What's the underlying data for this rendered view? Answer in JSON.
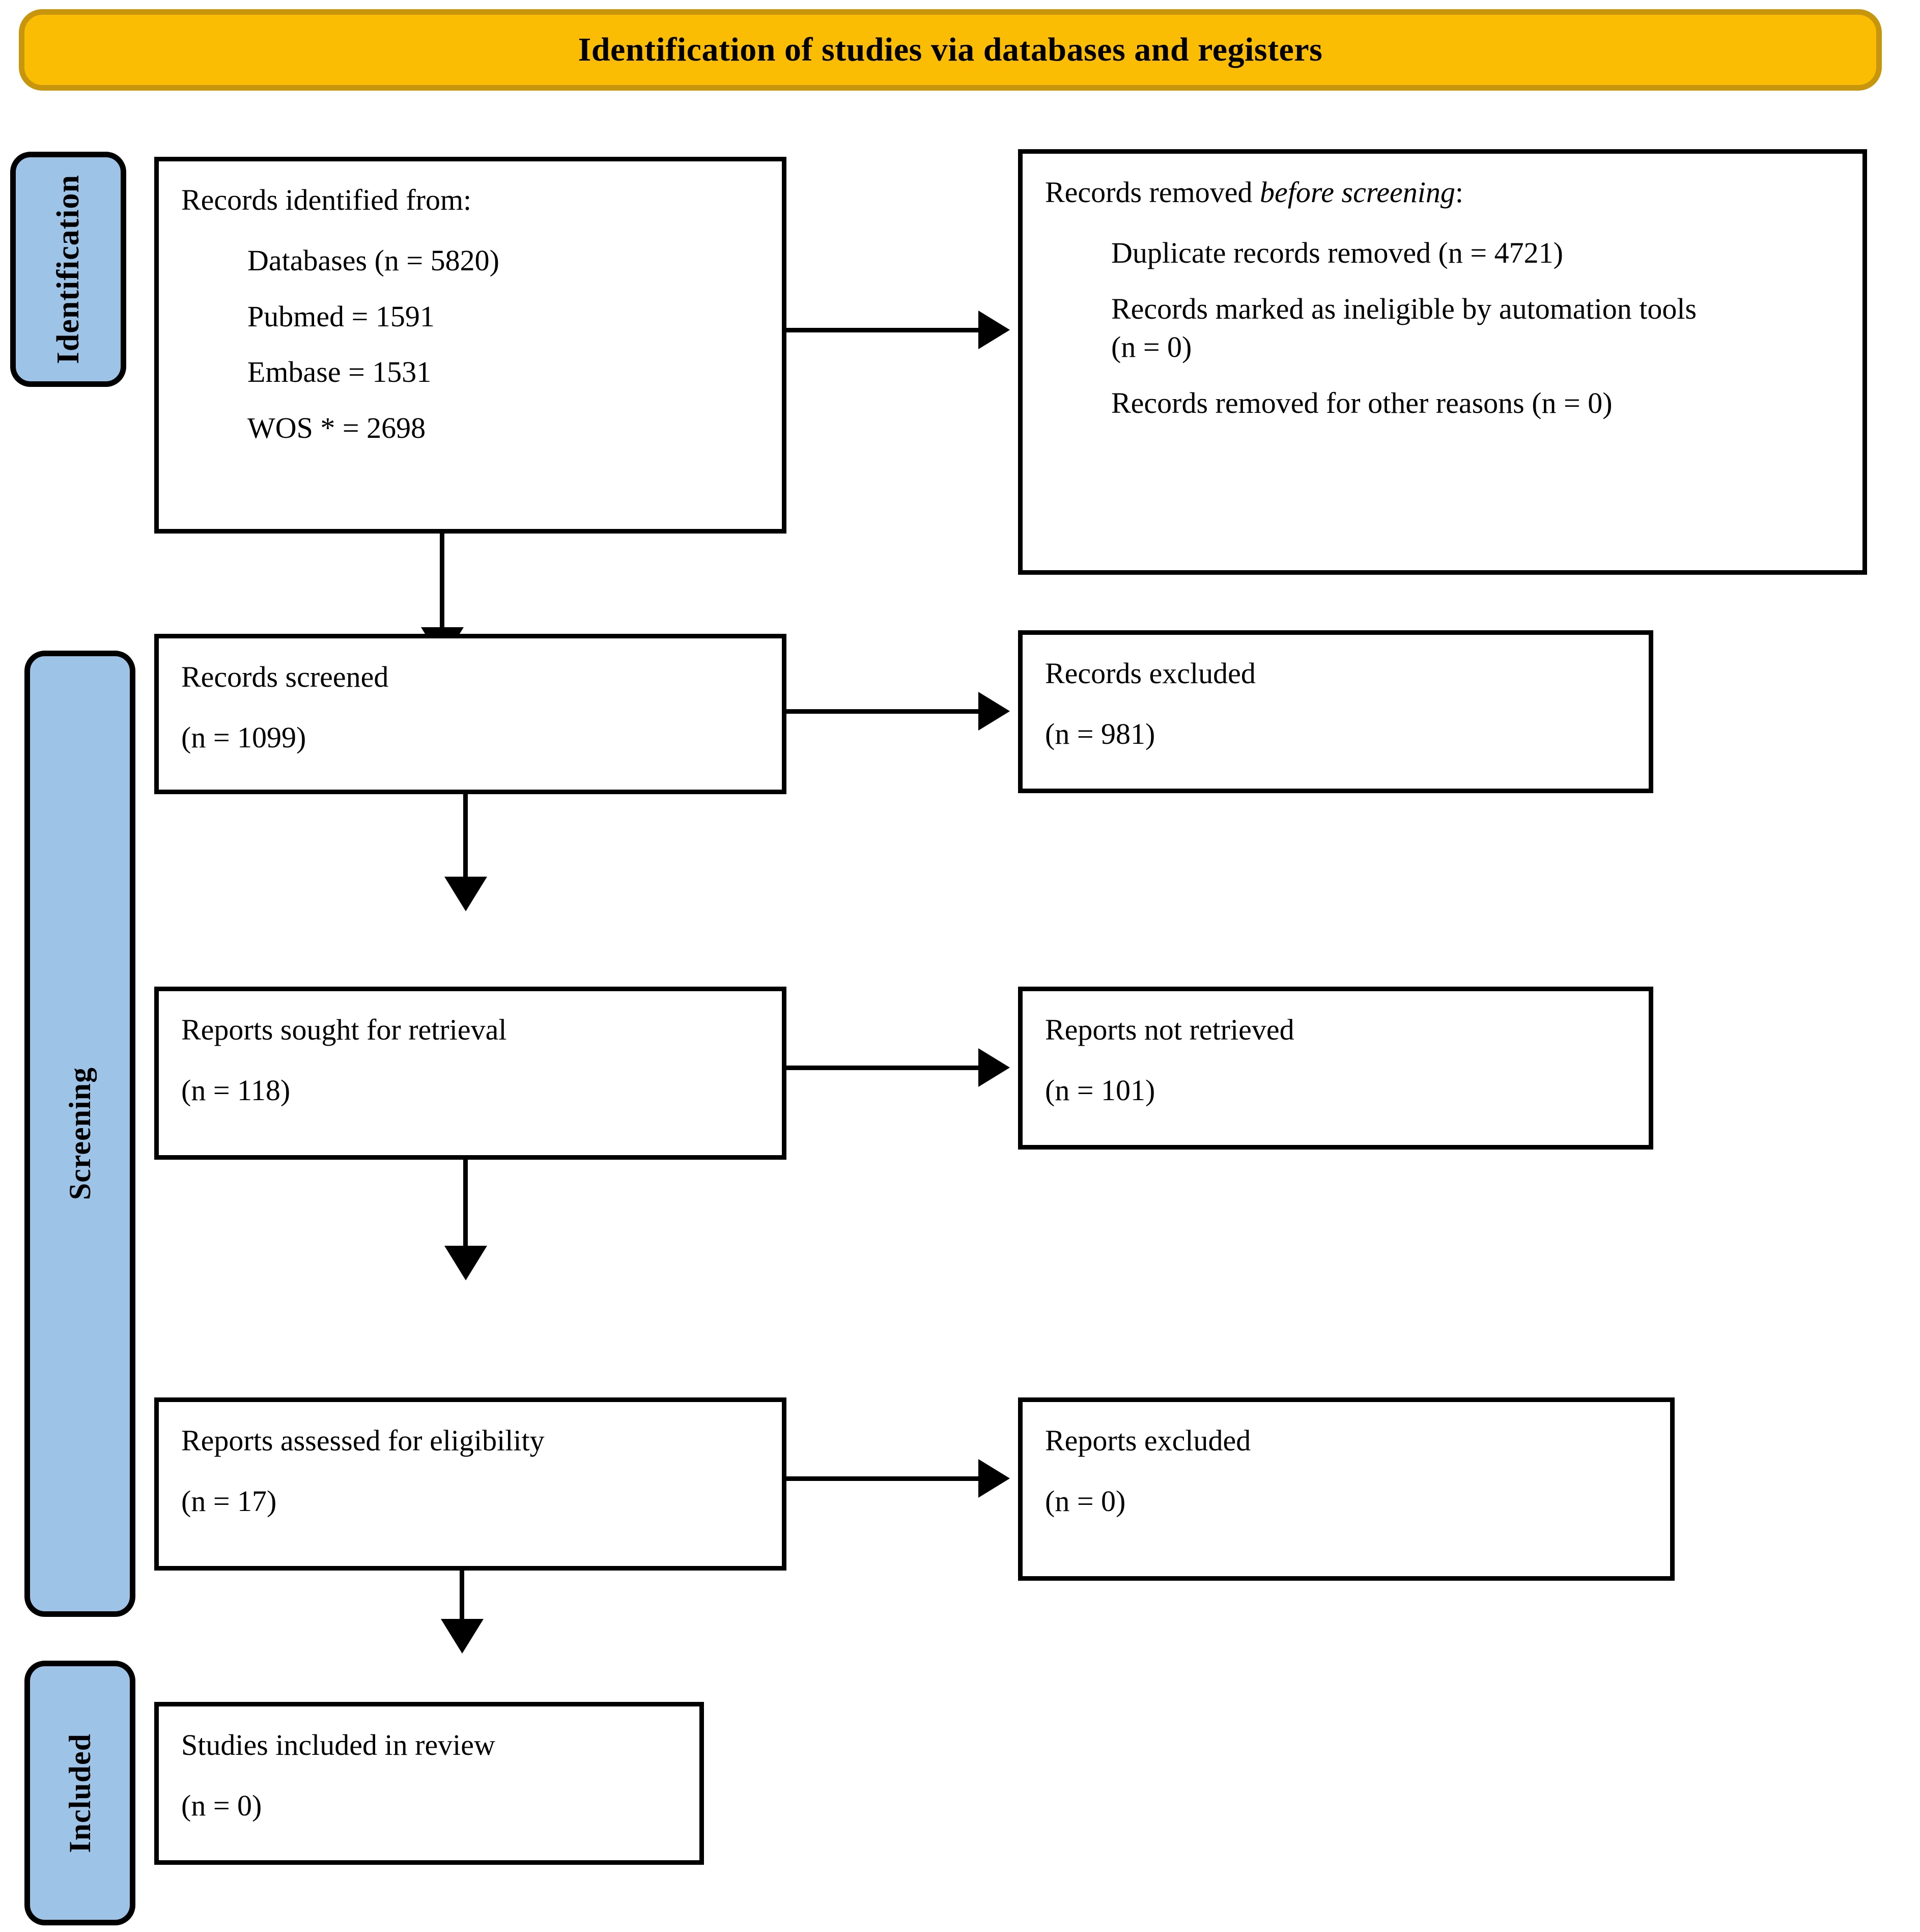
{
  "header": {
    "title": "Identification of studies via databases and registers",
    "fill_color": "#FBBC04",
    "border_color": "#C8960C"
  },
  "stages": {
    "fill_color": "#9DC3E6",
    "identification": "Identification",
    "screening": "Screening",
    "included": "Included"
  },
  "boxes": {
    "identified": {
      "title": "Records identified from:",
      "lines": [
        "Databases (n = 5820)",
        "Pubmed = 1591",
        "Embase = 1531",
        "WOS * = 2698"
      ]
    },
    "removed_before_screening": {
      "title_a": "Records removed ",
      "title_italic": "before screening",
      "title_b": ":",
      "lines": [
        "Duplicate records removed (n = 4721)",
        "Records marked as ineligible by automation tools",
        "(n = 0)",
        "Records removed for other reasons (n = 0)"
      ]
    },
    "records_screened": {
      "label": "Records screened",
      "count": "(n = 1099)"
    },
    "records_excluded": {
      "label": "Records excluded",
      "count": "(n = 981)"
    },
    "reports_sought": {
      "label": "Reports sought for retrieval",
      "count": "(n = 118)"
    },
    "reports_not_retrieved": {
      "label": "Reports not retrieved",
      "count": "(n = 101)"
    },
    "reports_assessed": {
      "label": "Reports assessed for eligibility",
      "count": "(n = 17)"
    },
    "reports_excluded": {
      "label": "Reports excluded",
      "count": "(n = 0)"
    },
    "studies_included": {
      "label": "Studies included in review",
      "count": "(n = 0)"
    }
  },
  "chart_data": {
    "type": "diagram",
    "title": "Identification of studies via databases and registers",
    "flow": "PRISMA 2020 flow diagram",
    "stages": [
      "Identification",
      "Screening",
      "Included"
    ],
    "nodes": [
      {
        "id": "identified",
        "stage": "Identification",
        "label": "Records identified from: Databases",
        "n": 5820,
        "breakdown": {
          "Pubmed": 1591,
          "Embase": 1531,
          "WOS *": 2698
        }
      },
      {
        "id": "removed_before_screening",
        "stage": "Identification",
        "label": "Records removed before screening",
        "breakdown": {
          "Duplicate records removed": 4721,
          "Records marked as ineligible by automation tools": 0,
          "Records removed for other reasons": 0
        }
      },
      {
        "id": "screened",
        "stage": "Screening",
        "label": "Records screened",
        "n": 1099
      },
      {
        "id": "rec_excluded",
        "stage": "Screening",
        "label": "Records excluded",
        "n": 981
      },
      {
        "id": "sought",
        "stage": "Screening",
        "label": "Reports sought for retrieval",
        "n": 118
      },
      {
        "id": "not_retrieved",
        "stage": "Screening",
        "label": "Reports not retrieved",
        "n": 101
      },
      {
        "id": "assessed",
        "stage": "Screening",
        "label": "Reports assessed for eligibility",
        "n": 17
      },
      {
        "id": "rep_excluded",
        "stage": "Screening",
        "label": "Reports excluded",
        "n": 0
      },
      {
        "id": "included",
        "stage": "Included",
        "label": "Studies included in review",
        "n": 0
      }
    ],
    "edges": [
      {
        "from": "identified",
        "to": "removed_before_screening"
      },
      {
        "from": "identified",
        "to": "screened"
      },
      {
        "from": "screened",
        "to": "rec_excluded"
      },
      {
        "from": "screened",
        "to": "sought"
      },
      {
        "from": "sought",
        "to": "not_retrieved"
      },
      {
        "from": "sought",
        "to": "assessed"
      },
      {
        "from": "assessed",
        "to": "rep_excluded"
      },
      {
        "from": "assessed",
        "to": "included"
      }
    ]
  }
}
